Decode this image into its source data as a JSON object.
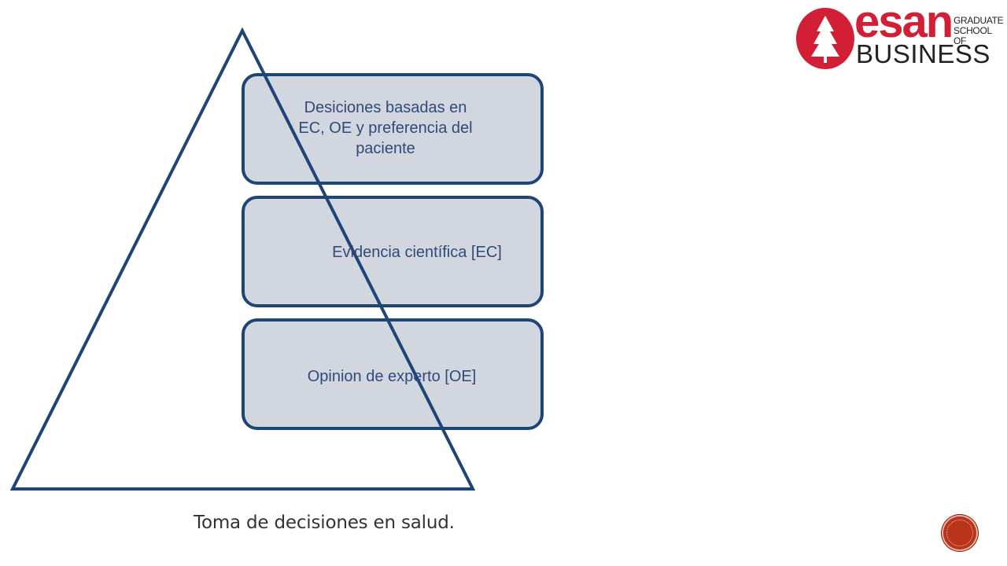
{
  "diagram": {
    "boxes": [
      {
        "lines": [
          "Desiciones basadas en",
          "EC, OE y preferencia del",
          "paciente"
        ]
      },
      {
        "lines": [
          "Evidencia científica [EC]"
        ]
      },
      {
        "lines": [
          "Opinion de experto [OE]"
        ]
      }
    ],
    "caption": "Toma de decisiones en salud."
  },
  "logo": {
    "wordmark": "esan",
    "tagline_line1": "GRADUATE",
    "tagline_line2": "SCHOOL OF",
    "business": "BUSINESS"
  },
  "colors": {
    "outline": "#1d4576",
    "box_fill": "#d2d6de",
    "box_text": "#2f4a7a",
    "brand_red": "#d31f35",
    "nav_button": "#b8341b"
  },
  "icons": {
    "nav_button": "circle-nav-icon",
    "logo_emblem": "tree-emblem-icon"
  }
}
